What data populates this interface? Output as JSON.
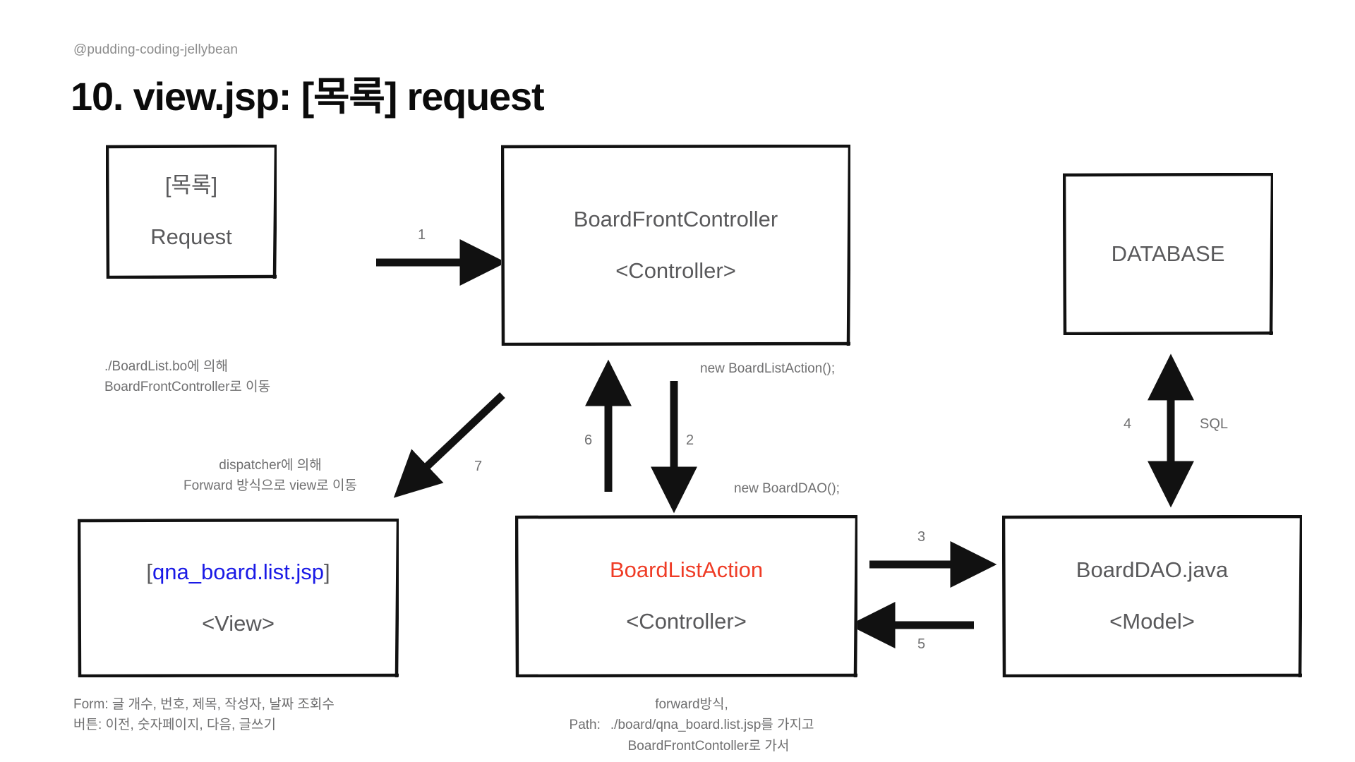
{
  "header": {
    "handle": "@pudding-coding-jellybean",
    "title": "10. view.jsp: [목록] request"
  },
  "nodes": {
    "request": {
      "line1": "[목록]",
      "line2": "Request"
    },
    "front_controller": {
      "line1": "BoardFrontController",
      "line2": "<Controller>"
    },
    "database": {
      "line1": "DATABASE"
    },
    "view": {
      "bracket_open": "[",
      "file": "qna_board.list.jsp",
      "bracket_close": "]",
      "line2": "<View>"
    },
    "list_action": {
      "line1": "BoardListAction",
      "line2": "<Controller>"
    },
    "dao": {
      "line1": "BoardDAO.java",
      "line2": "<Model>"
    }
  },
  "captions": {
    "under_request": "./BoardList.bo에 의해\nBoardFrontController로 이동",
    "under_front_controller": "new BoardListAction();",
    "dispatcher": "dispatcher에 의해\nForward 방식으로 view로 이동",
    "new_dao": "new BoardDAO();",
    "under_view": "Form: 글 개수, 번호, 제목, 작성자, 날짜 조회수\n버튼: 이전, 숫자페이지, 다음, 글쓰기",
    "under_list_action_line1": "forward방식,",
    "under_list_action_path_label": "Path:",
    "under_list_action_line2": "./board/qna_board.list.jsp를 가지고",
    "under_list_action_line3": "BoardFrontContoller로 가서"
  },
  "arrow_labels": {
    "one": "1",
    "two": "2",
    "three": "3",
    "four": "4",
    "four_text": "SQL",
    "five": "5",
    "six": "6",
    "seven": "7"
  },
  "colors": {
    "text_gray": "#59595b",
    "caption_gray": "#6f6f70",
    "accent_red": "#ef3c26",
    "accent_blue": "#1a1ae6",
    "stroke_black": "#111111",
    "background": "#ffffff"
  }
}
